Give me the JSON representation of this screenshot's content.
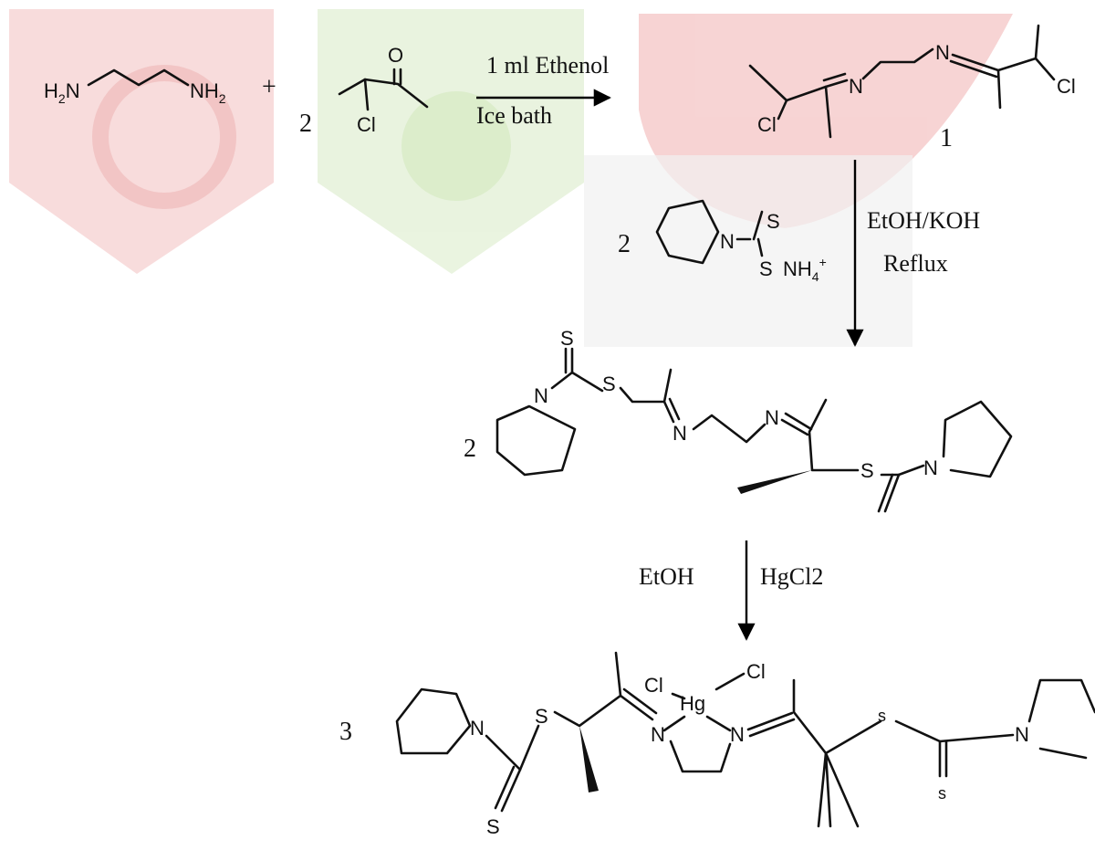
{
  "reactant1": {
    "left_group": "H2N",
    "right_group": "NH2",
    "left_main": "H",
    "left_sub": "2",
    "left_tail": "N",
    "right_main": "NH",
    "right_sub": "2"
  },
  "plus": "+",
  "reactant2": {
    "coefficient": "2",
    "oxygen": "O",
    "chlorine": "Cl"
  },
  "step1": {
    "above": "1 ml Ethenol",
    "below": "Ice bath"
  },
  "product1": {
    "label": "1",
    "n_left": "N",
    "n_right": "N",
    "cl_left": "Cl",
    "cl_right": "Cl"
  },
  "reagent_dtc": {
    "coefficient": "2",
    "n": "N",
    "s_top": "S",
    "s_bottom": "S",
    "counter_main": "NH",
    "counter_sub": "4",
    "counter_sup": "+"
  },
  "step2": {
    "line1": "EtOH/KOH",
    "line2": "Reflux"
  },
  "product2": {
    "label": "2",
    "s_thione": "S",
    "n_ring_left": "N",
    "s_left": "S",
    "n_imine_left": "N",
    "n_imine_right": "N",
    "s_right": "S",
    "n_ring_right": "N"
  },
  "step3": {
    "left": "EtOH",
    "right": "HgCl2"
  },
  "product3": {
    "label": "3",
    "cl_left": "Cl",
    "cl_right": "Cl",
    "hg": "Hg",
    "n_ring_left": "N",
    "s_left": "S",
    "s_thione_left": "S",
    "n_left": "N",
    "n_right": "N",
    "s_right": "s",
    "s_thione_right": "s",
    "n_ring_right": "N"
  },
  "colors": {
    "watermark_red": "#f2b8b8",
    "watermark_green": "#d9ecc6",
    "watermark_grey": "#e6e6e6"
  }
}
